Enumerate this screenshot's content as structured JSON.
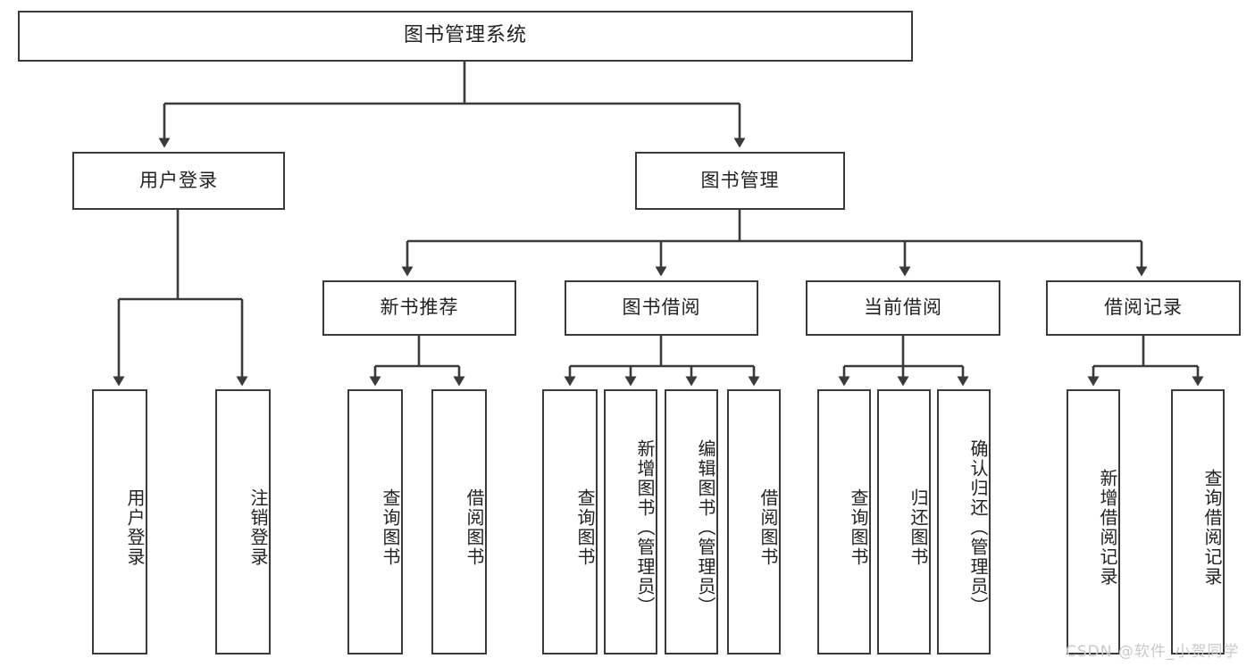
{
  "diagram": {
    "title": "图书管理系统",
    "type": "tree",
    "root": {
      "label": "图书管理系统"
    },
    "level2": [
      {
        "label": "用户登录"
      },
      {
        "label": "图书管理"
      }
    ],
    "level3": [
      {
        "label": "新书推荐",
        "parent": "图书管理"
      },
      {
        "label": "图书借阅",
        "parent": "图书管理"
      },
      {
        "label": "当前借阅",
        "parent": "图书管理"
      },
      {
        "label": "借阅记录",
        "parent": "图书管理"
      }
    ],
    "leaves": [
      {
        "label": "用户登录",
        "parent": "用户登录"
      },
      {
        "label": "注销登录",
        "parent": "用户登录"
      },
      {
        "label": "查询图书",
        "parent": "新书推荐"
      },
      {
        "label": "借阅图书",
        "parent": "新书推荐"
      },
      {
        "label": "查询图书",
        "parent": "图书借阅"
      },
      {
        "label": "新增图书（管理员）",
        "parent": "图书借阅"
      },
      {
        "label": "编辑图书（管理员）",
        "parent": "图书借阅"
      },
      {
        "label": "借阅图书",
        "parent": "图书借阅"
      },
      {
        "label": "查询图书",
        "parent": "当前借阅"
      },
      {
        "label": "归还图书",
        "parent": "当前借阅"
      },
      {
        "label": "确认归还（管理员）",
        "parent": "当前借阅"
      },
      {
        "label": "新增借阅记录",
        "parent": "借阅记录"
      },
      {
        "label": "查询借阅记录",
        "parent": "借阅记录"
      }
    ],
    "watermark": "CSDN @软件_小贺同学",
    "colors": {
      "stroke": "#3a3a3a",
      "box_fill": "#ffffff",
      "text": "#222222",
      "watermark": "#c9c9c9",
      "background": "#ffffff"
    }
  }
}
